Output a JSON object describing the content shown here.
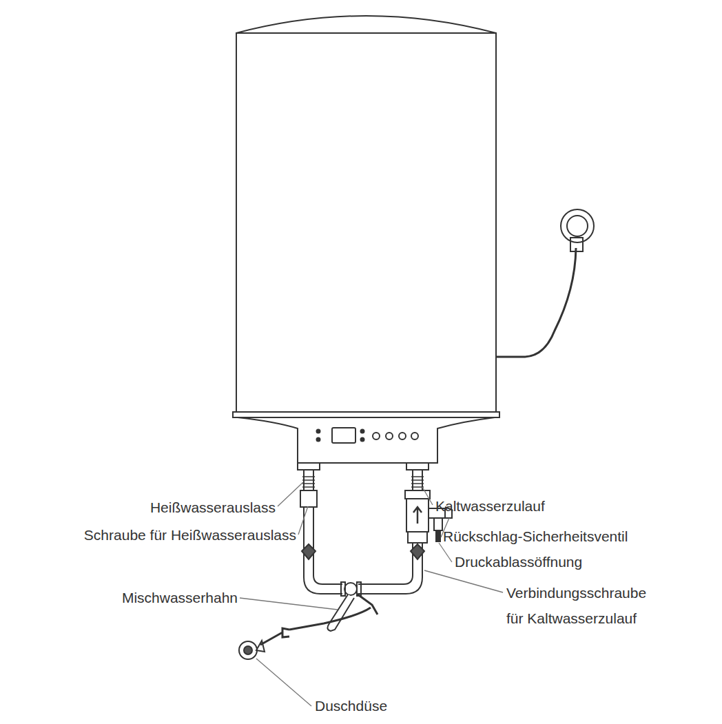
{
  "diagram": {
    "labels": [
      "Heißwasserauslass",
      "Schraube für Heißwasserauslass",
      "Mischwasserhahn",
      "Duschdüse",
      "Kaltwasserzulauf",
      "Rückschlag-Sicherheitsventil",
      "Druckablassöffnung",
      "Verbindungsschraube für Kaltwasserzulauf"
    ]
  }
}
